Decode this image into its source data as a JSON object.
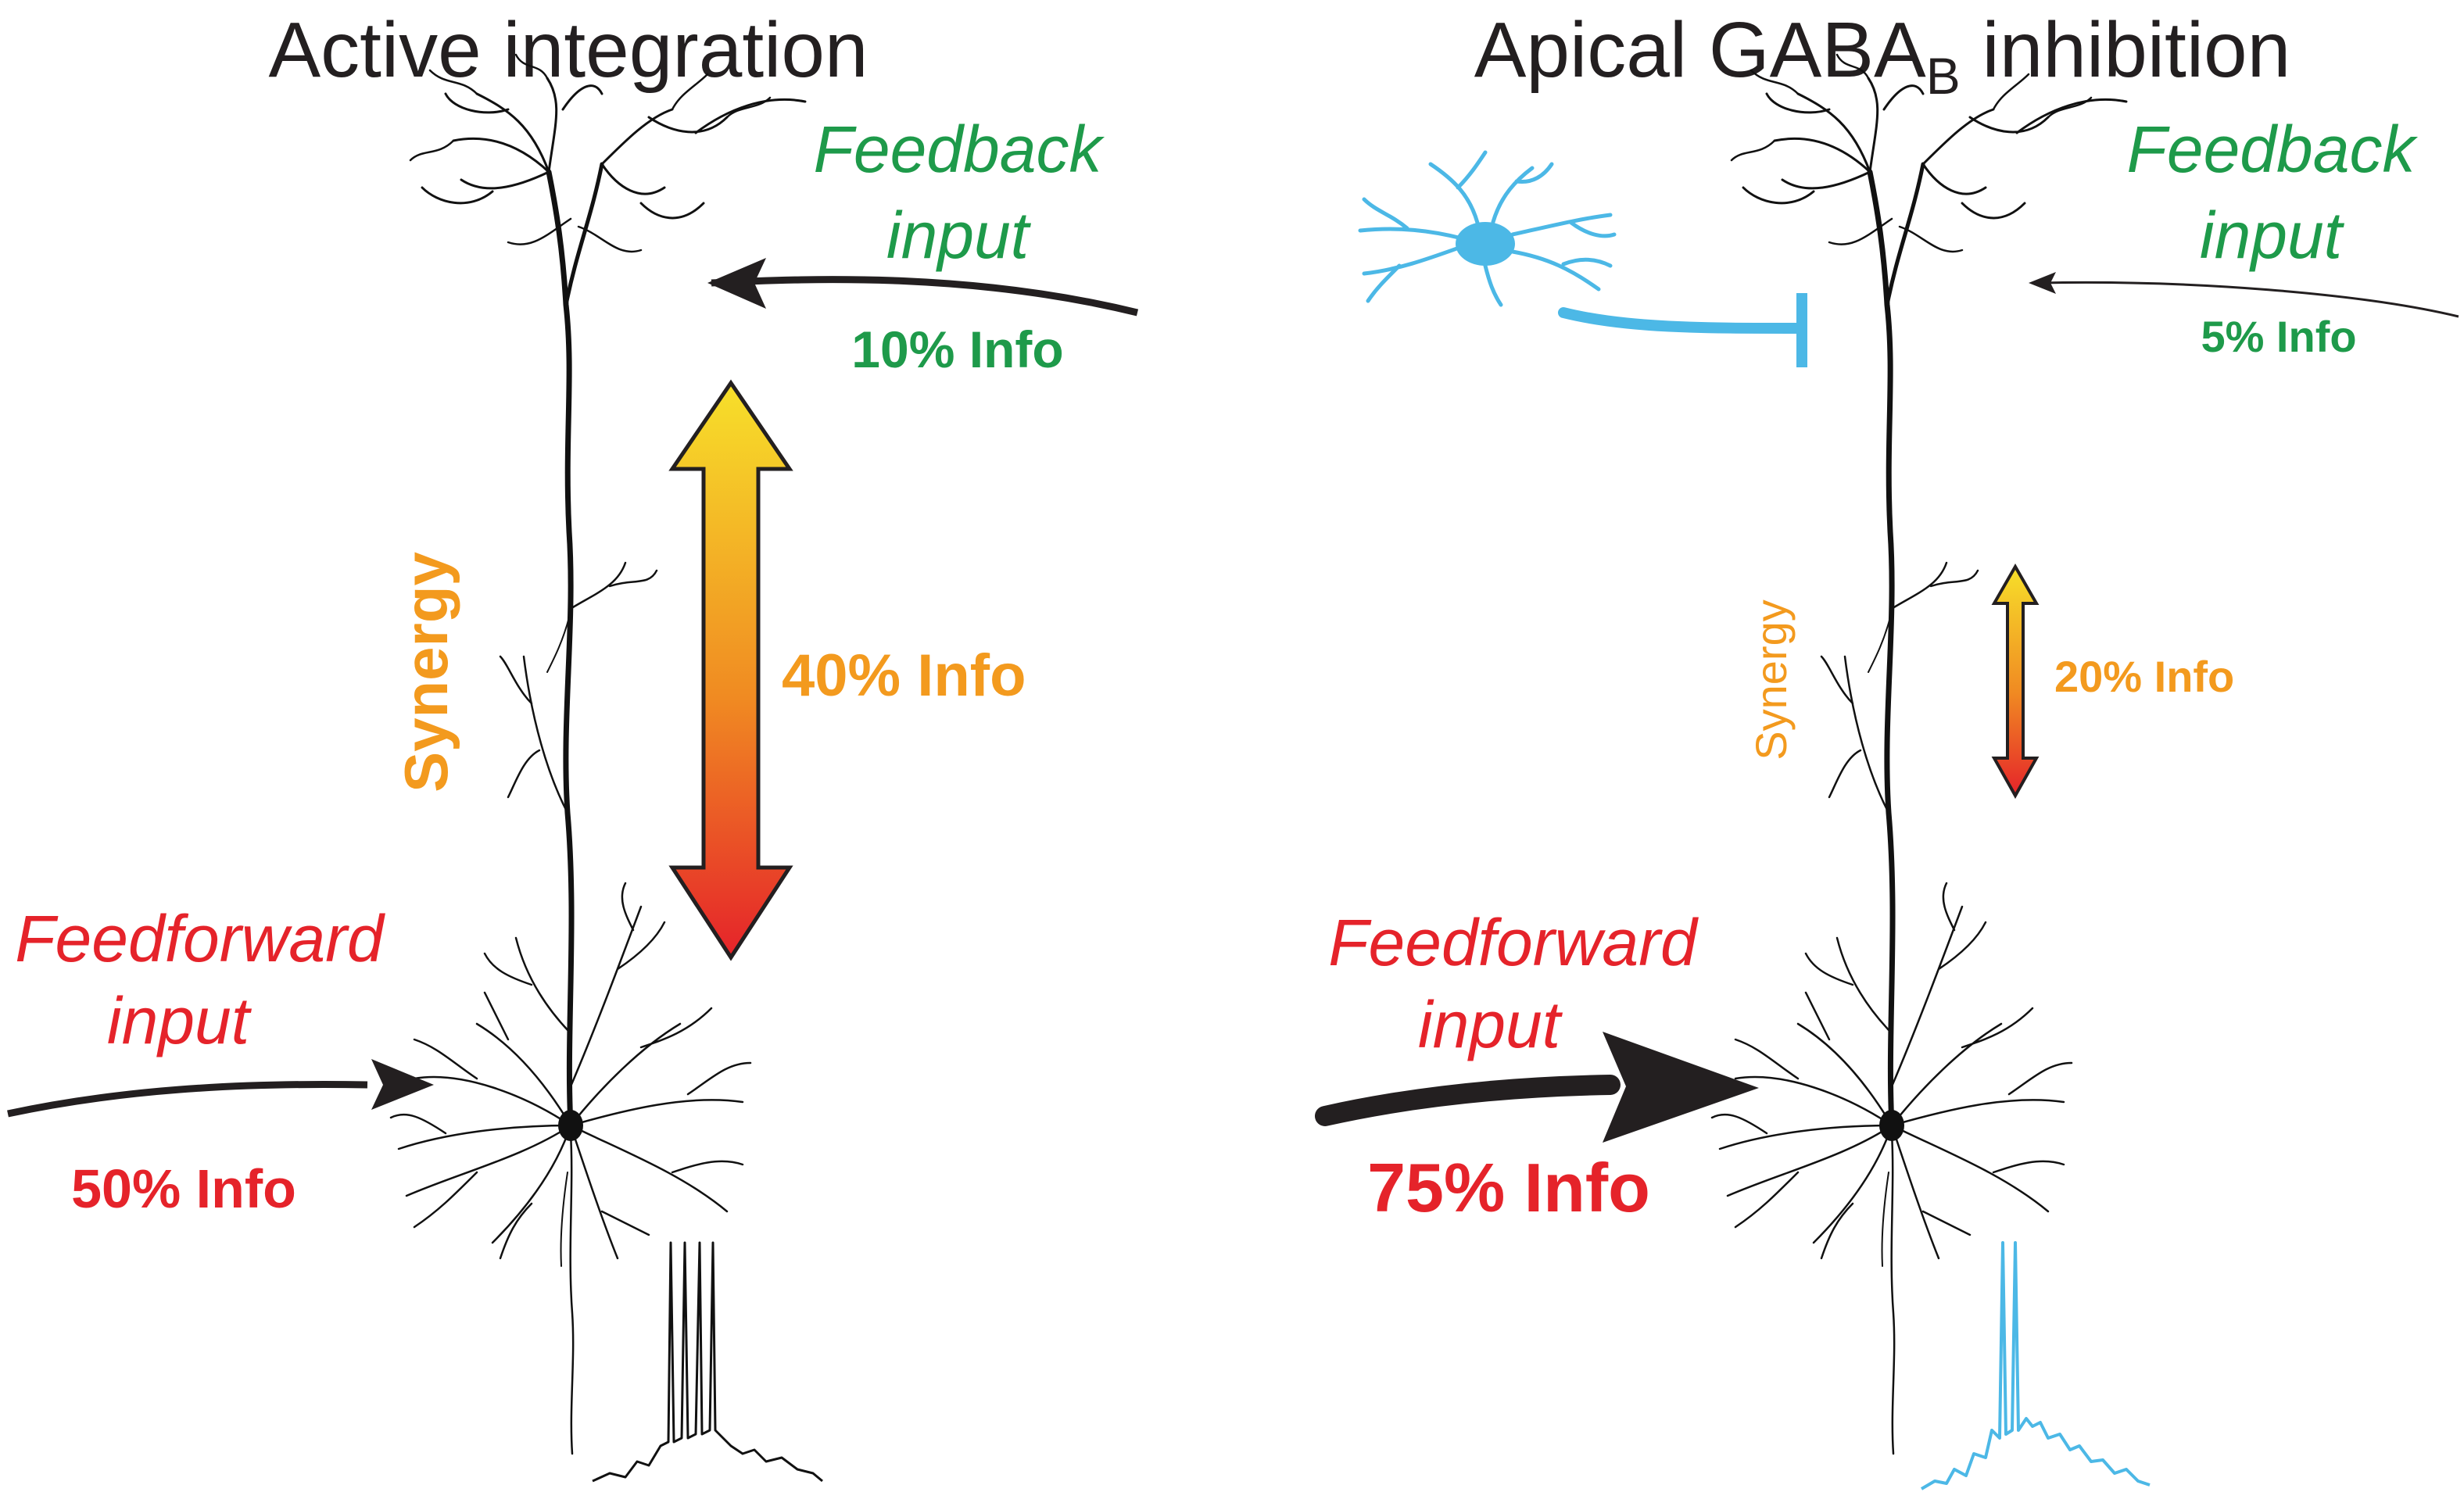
{
  "left_panel": {
    "title": "Active integration",
    "feedback_label_1": "Feedback",
    "feedback_label_2": "input",
    "feedback_info": "10% Info",
    "synergy_label": "Synergy",
    "synergy_info": "40% Info",
    "feedforward_label_1": "Feedforward",
    "feedforward_label_2": "input",
    "feedforward_info": "50% Info"
  },
  "right_panel": {
    "title_main": "Apical GABA",
    "title_subscript": "B",
    "title_tail": " inhibition",
    "feedback_label_1": "Feedback",
    "feedback_label_2": "input",
    "feedback_info": "5% Info",
    "synergy_label": "Synergy",
    "synergy_info": "20% Info",
    "feedforward_label_1": "Feedforward",
    "feedforward_label_2": "input",
    "feedforward_info": "75% Info"
  },
  "colors": {
    "feedback": "#1e9a4a",
    "feedforward": "#e5232a",
    "synergy": "#f39a1e",
    "interneuron": "#4cb8e6",
    "gradient_top": "#f7e02a",
    "gradient_bottom": "#e5232a",
    "neuron": "#111111"
  },
  "icons": {
    "pyramidal_neuron": "pyramidal-neuron-icon",
    "interneuron": "interneuron-icon",
    "spike_trace": "spike-trace-icon"
  }
}
